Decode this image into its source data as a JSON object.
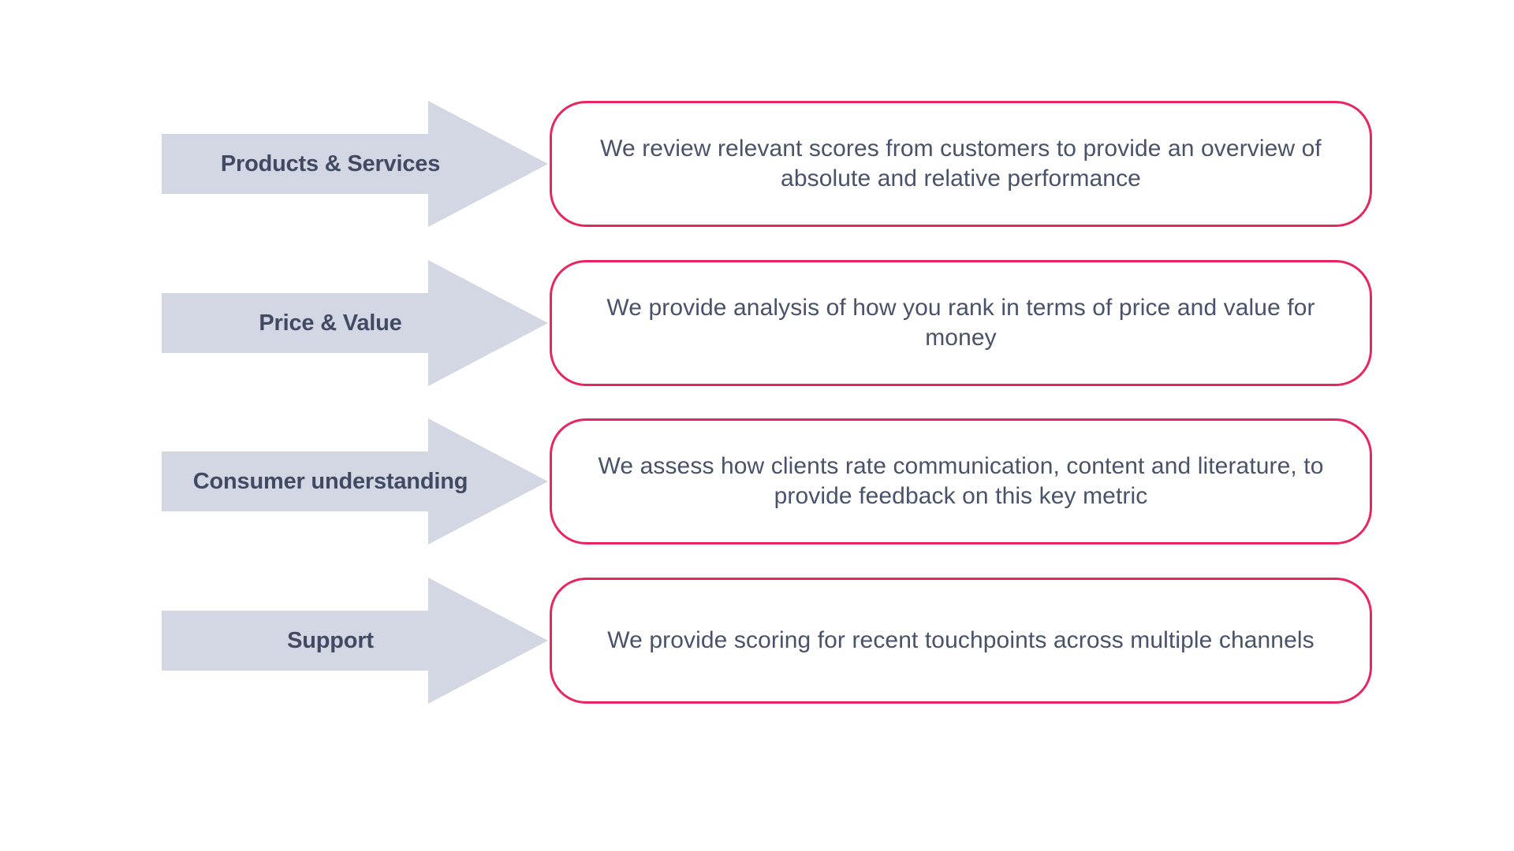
{
  "diagram": {
    "type": "process-flow",
    "title": "",
    "colors": {
      "arrow_fill": "#d2d7e3",
      "arrow_label_text": "#414a63",
      "pill_border": "#e8255f",
      "pill_text": "#49526b",
      "background": "#ffffff"
    },
    "rows": [
      {
        "label": "Products & Services",
        "description": "We review relevant scores from customers to provide an overview of absolute and relative performance"
      },
      {
        "label": "Price & Value",
        "description": "We provide analysis of how you rank in terms of price and value for money"
      },
      {
        "label": "Consumer understanding",
        "description": "We assess how clients rate communication, content and literature, to provide feedback on this key metric"
      },
      {
        "label": "Support",
        "description": "We provide scoring for recent touchpoints across multiple channels"
      }
    ]
  }
}
